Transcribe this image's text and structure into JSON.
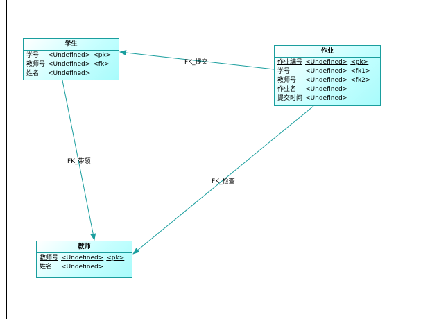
{
  "entities": {
    "student": {
      "name": "学生",
      "rows": [
        {
          "col": "学号",
          "type": "<Undefined>",
          "key": "<pk>",
          "pk": true
        },
        {
          "col": "教师号",
          "type": "<Undefined>",
          "key": "<fk>"
        },
        {
          "col": "姓名",
          "type": "<Undefined>",
          "key": ""
        }
      ]
    },
    "homework": {
      "name": "作业",
      "rows": [
        {
          "col": "作业编号",
          "type": "<Undefined>",
          "key": "<pk>",
          "pk": true
        },
        {
          "col": "学号",
          "type": "<Undefined>",
          "key": "<fk1>"
        },
        {
          "col": "教师号",
          "type": "<Undefined>",
          "key": "<fk2>"
        },
        {
          "col": "作业名",
          "type": "<Undefined>",
          "key": ""
        },
        {
          "col": "提交时间",
          "type": "<Undefined>",
          "key": ""
        }
      ]
    },
    "teacher": {
      "name": "教师",
      "rows": [
        {
          "col": "教师号",
          "type": "<Undefined>",
          "key": "<pk>",
          "pk": true
        },
        {
          "col": "姓名",
          "type": "<Undefined>",
          "key": ""
        }
      ]
    }
  },
  "links": {
    "submit": "FK_提交",
    "lead": "FK_带领",
    "check": "FK_检查"
  },
  "colors": {
    "border": "#1a9e9e"
  }
}
